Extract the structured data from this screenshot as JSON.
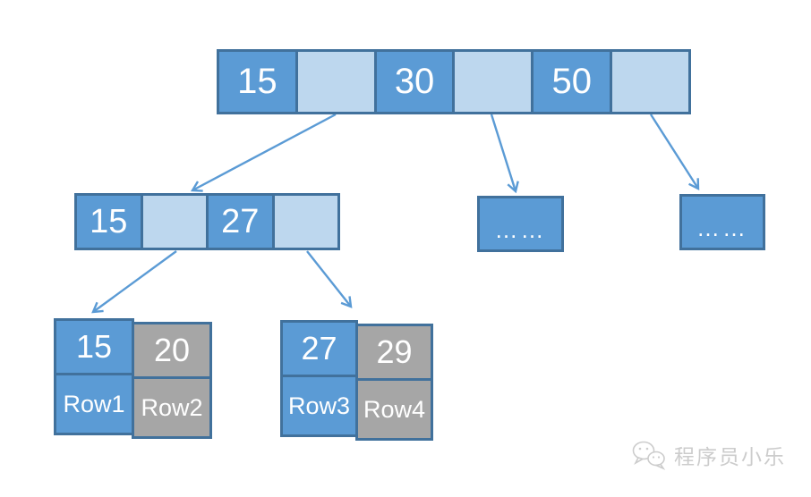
{
  "diagram": {
    "type": "bplus-tree-index",
    "root_node": {
      "cells": [
        {
          "kind": "key",
          "label": "15"
        },
        {
          "kind": "pointer",
          "label": ""
        },
        {
          "kind": "key",
          "label": "30"
        },
        {
          "kind": "pointer",
          "label": ""
        },
        {
          "kind": "key",
          "label": "50"
        },
        {
          "kind": "pointer",
          "label": ""
        }
      ]
    },
    "internal_node": {
      "cells": [
        {
          "kind": "key",
          "label": "15"
        },
        {
          "kind": "pointer",
          "label": ""
        },
        {
          "kind": "key",
          "label": "27"
        },
        {
          "kind": "pointer",
          "label": ""
        }
      ]
    },
    "ellipsis_nodes": [
      {
        "label": "……"
      },
      {
        "label": "……"
      }
    ],
    "leaf_nodes": [
      {
        "key_col": {
          "key": "15",
          "row": "Row1"
        },
        "data_col": {
          "key": "20",
          "row": "Row2"
        }
      },
      {
        "key_col": {
          "key": "27",
          "row": "Row3"
        },
        "data_col": {
          "key": "29",
          "row": "Row4"
        }
      }
    ]
  },
  "watermark": {
    "label": "程序员小乐",
    "icon": "wechat-logo-icon"
  },
  "colors": {
    "key_fill": "#5b9bd5",
    "pointer_fill": "#bdd7ee",
    "gray_fill": "#a6a6a6",
    "border": "#41719c",
    "arrow": "#5b9bd5",
    "text_on_fill": "#ffffff",
    "watermark": "#cccccc"
  }
}
